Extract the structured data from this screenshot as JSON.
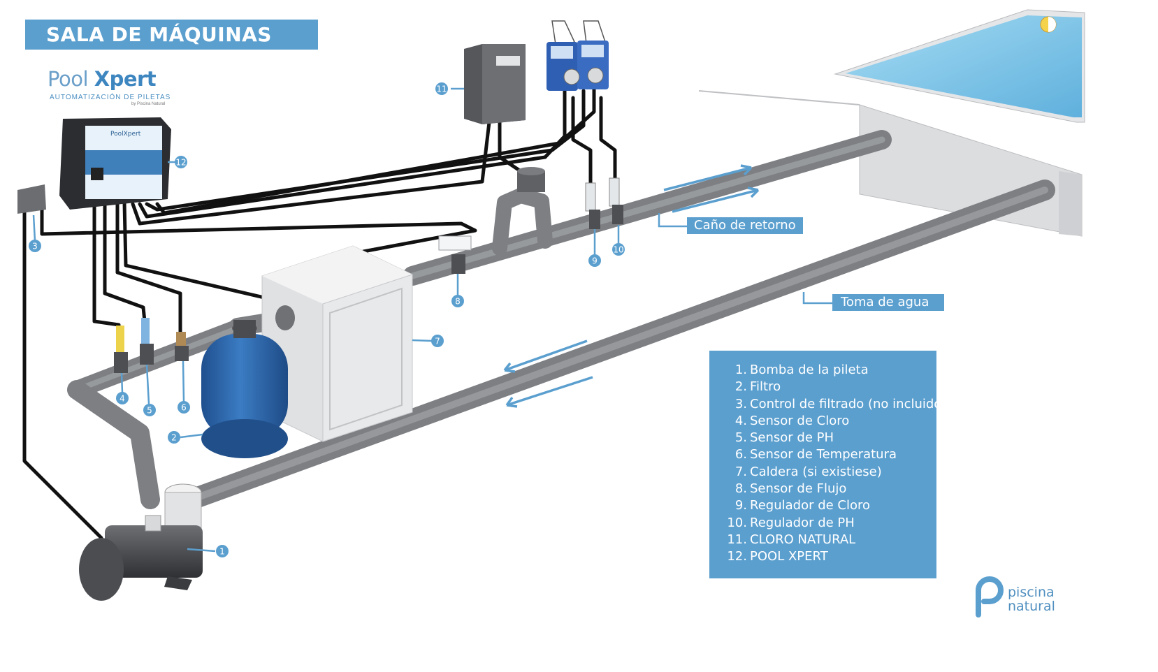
{
  "title": "SALA DE MÁQUINAS",
  "brand": {
    "name_light": "Pool ",
    "name_bold": "Xpert",
    "tagline": "AUTOMATIZACIÓN DE PILETAS",
    "byline": "by Piscina Natural"
  },
  "controller_screen": {
    "brand": "PoolXpert"
  },
  "labels": {
    "return_pipe": "Caño de retorno",
    "water_intake": "Toma de agua"
  },
  "markers": [
    "1",
    "2",
    "3",
    "4",
    "5",
    "6",
    "7",
    "8",
    "9",
    "10",
    "11",
    "12"
  ],
  "legend": [
    {
      "num": "1.",
      "text": "Bomba de la pileta"
    },
    {
      "num": "2.",
      "text": "Filtro"
    },
    {
      "num": "3.",
      "text": "Control de filtrado (no incluido)"
    },
    {
      "num": "4.",
      "text": "Sensor de Cloro"
    },
    {
      "num": "5.",
      "text": "Sensor de PH"
    },
    {
      "num": "6.",
      "text": "Sensor de Temperatura"
    },
    {
      "num": "7.",
      "text": "Caldera (si existiese)"
    },
    {
      "num": "8.",
      "text": "Sensor de Flujo"
    },
    {
      "num": "9.",
      "text": "Regulador de Cloro"
    },
    {
      "num": "10.",
      "text": "Regulador de PH"
    },
    {
      "num": "11.",
      "text": "CLORO NATURAL"
    },
    {
      "num": "12.",
      "text": "POOL XPERT"
    }
  ],
  "logo": {
    "line1": "piscina",
    "line2": "natural"
  },
  "colors": {
    "accent": "#5b9fcf",
    "pipe": "#8d8f93",
    "cable": "#111111",
    "pool_water": "#7ec3e6",
    "filter_tank": "#2e6db3"
  }
}
